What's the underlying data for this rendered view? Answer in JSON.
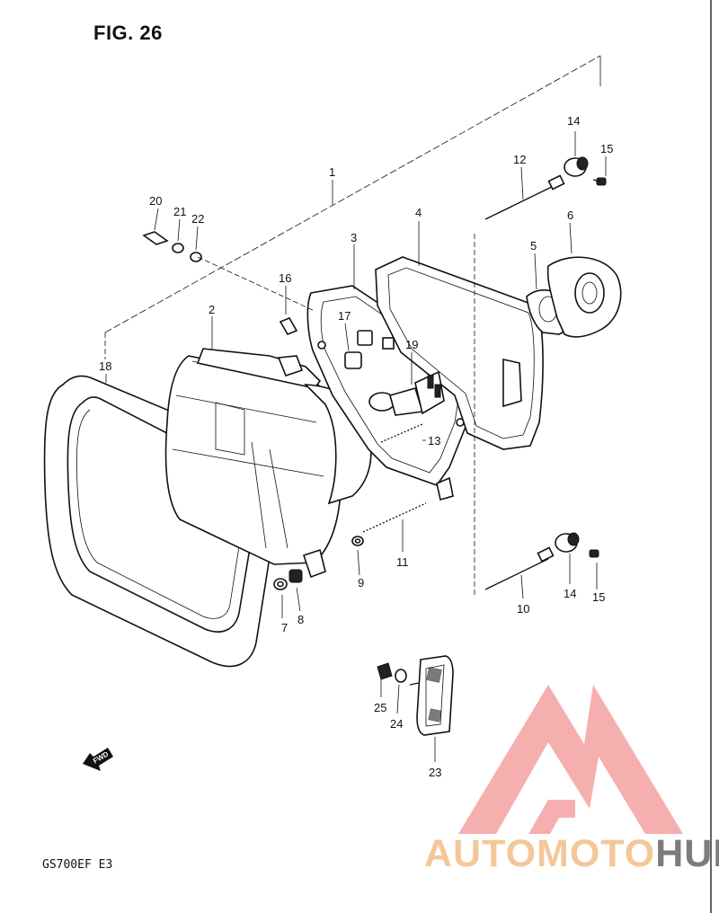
{
  "figure": {
    "title": "FIG. 26",
    "model_code": "GS700EF  E3"
  },
  "direction_marker": {
    "label": "FWD",
    "icon": "fwd-arrow-icon"
  },
  "callouts": [
    {
      "num": "1"
    },
    {
      "num": "2"
    },
    {
      "num": "3"
    },
    {
      "num": "4"
    },
    {
      "num": "5"
    },
    {
      "num": "6"
    },
    {
      "num": "7"
    },
    {
      "num": "8"
    },
    {
      "num": "9"
    },
    {
      "num": "10"
    },
    {
      "num": "11"
    },
    {
      "num": "12"
    },
    {
      "num": "13"
    },
    {
      "num": "14"
    },
    {
      "num": "14"
    },
    {
      "num": "15"
    },
    {
      "num": "15"
    },
    {
      "num": "16"
    },
    {
      "num": "17"
    },
    {
      "num": "18"
    },
    {
      "num": "19"
    },
    {
      "num": "20"
    },
    {
      "num": "21"
    },
    {
      "num": "22"
    },
    {
      "num": "23"
    },
    {
      "num": "24"
    },
    {
      "num": "25"
    }
  ],
  "watermark": {
    "text_part_1": "AUTOMOTO",
    "text_part_2": "HUB",
    "logo_color": "#f08a8a",
    "text_color_1": "#f4c79a",
    "text_color_2": "#7c7c7c"
  }
}
